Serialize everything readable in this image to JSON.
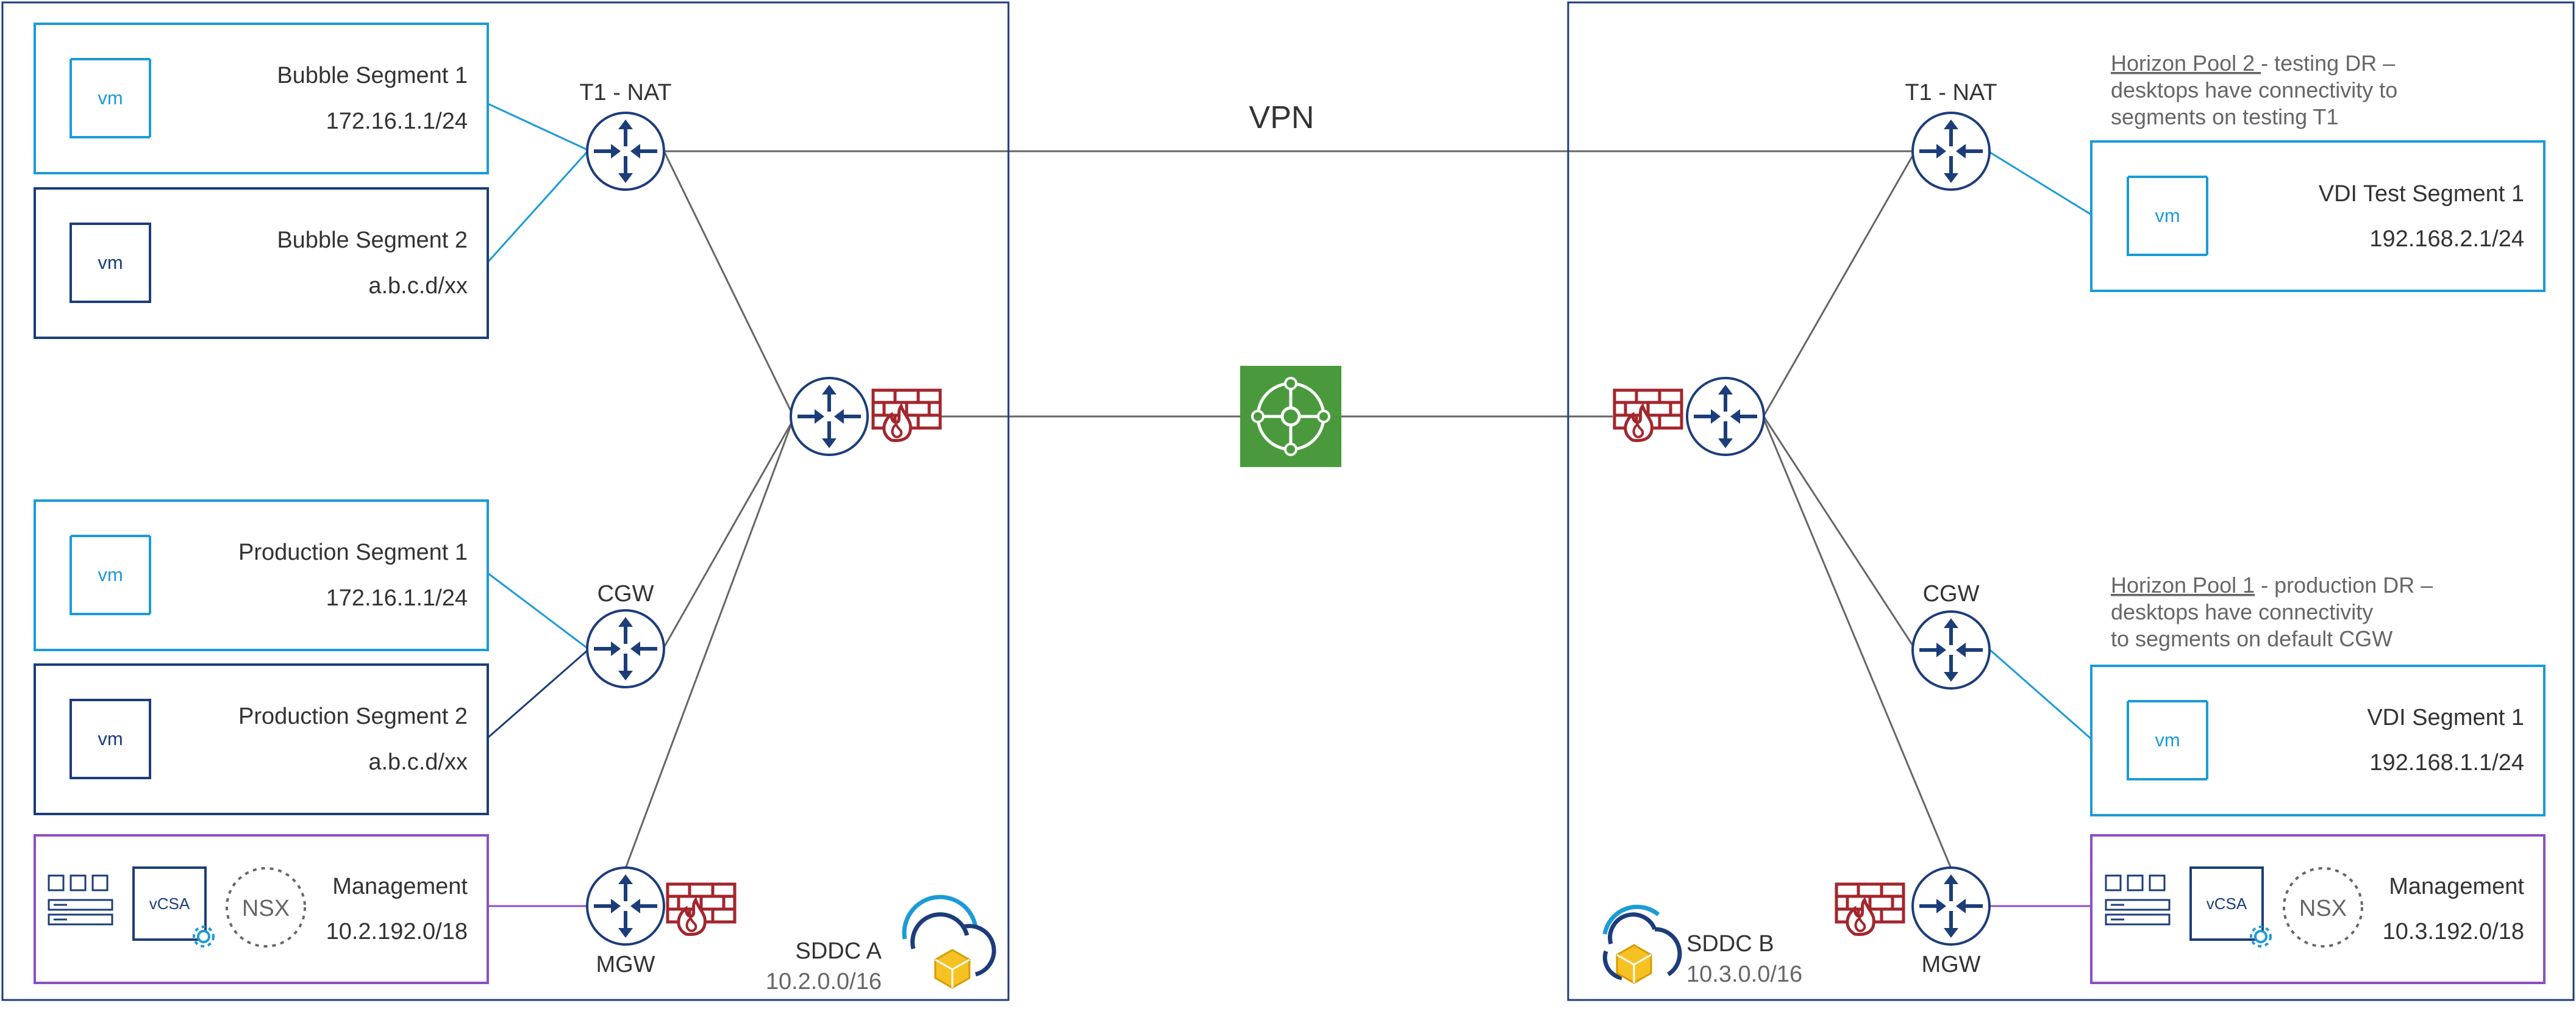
{
  "vpn_label": "VPN",
  "vm_icon_label": "vm",
  "vcsa_label": "vCSA",
  "nsx_label": "NSX",
  "sddc_a": {
    "name": "SDDC A",
    "cidr": "10.2.0.0/16",
    "t1_label": "T1 - NAT",
    "cgw_label": "CGW",
    "mgw_label": "MGW",
    "bubble_segment_1": {
      "name": "Bubble Segment 1",
      "subnet": "172.16.1.1/24"
    },
    "bubble_segment_2": {
      "name": "Bubble Segment 2",
      "subnet": "a.b.c.d/xx"
    },
    "production_segment_1": {
      "name": "Production Segment 1",
      "subnet": "172.16.1.1/24"
    },
    "production_segment_2": {
      "name": "Production Segment 2",
      "subnet": "a.b.c.d/xx"
    },
    "management": {
      "name": "Management",
      "subnet": "10.2.192.0/18"
    }
  },
  "sddc_b": {
    "name": "SDDC B",
    "cidr": "10.3.0.0/16",
    "t1_label": "T1 - NAT",
    "cgw_label": "CGW",
    "mgw_label": "MGW",
    "horizon_pool_2": {
      "title": "Horizon Pool 2 ",
      "line1": "- testing DR –",
      "line2": "desktops have connectivity to",
      "line3": "segments on testing T1"
    },
    "horizon_pool_1": {
      "title": "Horizon Pool 1",
      "line1": " - production DR –",
      "line2": "desktops have connectivity",
      "line3": "to segments on default CGW"
    },
    "vdi_test_segment_1": {
      "name": "VDI Test Segment 1",
      "subnet": "192.168.2.1/24"
    },
    "vdi_segment_1": {
      "name": "VDI Segment 1",
      "subnet": "192.168.1.1/24"
    },
    "management": {
      "name": "Management",
      "subnet": "10.3.192.0/18"
    }
  },
  "colors": {
    "segment_blue": "#1b9bd8",
    "segment_navy": "#1c3d7a",
    "management_purple": "#8a4fc4",
    "router_navy": "#1c3d7a",
    "firewall_red": "#a3262d",
    "tgw_green": "#4a9a3d",
    "line_gray": "#666666",
    "text_dark": "#333333"
  }
}
